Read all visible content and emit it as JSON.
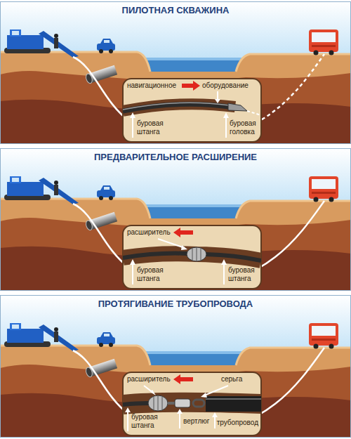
{
  "diagram": {
    "nodes": [
      {
        "text": [
          "ПИЛОТНАЯ СКВАЖИНА"
        ]
      },
      {
        "text": [
          "навигационное",
          "оборудование",
          "буровая штанга",
          "буровая головка"
        ],
        "in": 0
      },
      {
        "text": [
          "ПРЕДВАРИТЕЛЬНОЕ РАСШИРЕНИЕ"
        ]
      },
      {
        "text": [
          "расширитель",
          "буровая штанга",
          "буровая штанга"
        ],
        "in": 2
      },
      {
        "text": [
          "ПРОТЯГИВАНИЕ ТРУБОПРОВОДА"
        ]
      },
      {
        "text": [
          "расширитель",
          "серьга",
          "буровая штанга",
          "вертлюг",
          "трубопровод"
        ],
        "in": 4
      }
    ]
  }
}
